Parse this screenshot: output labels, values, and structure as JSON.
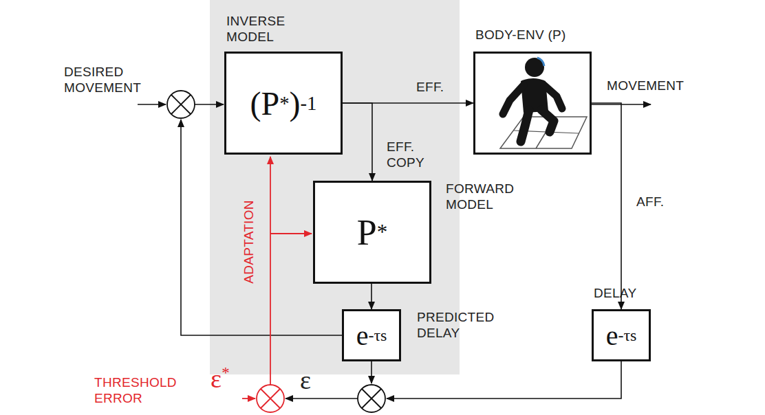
{
  "diagram": {
    "nodes": [
      {
        "text": [
          "INVERSE MODEL",
          "(P*)-1"
        ]
      },
      {
        "text": [
          "BODY-ENV (P)"
        ]
      },
      {
        "text": [
          "FORWARD MODEL",
          "P*"
        ]
      },
      {
        "text": [
          "e-τs",
          "PREDICTED DELAY"
        ]
      },
      {
        "text": [
          "DELAY",
          "e-τs"
        ]
      }
    ],
    "edges": [
      {
        "from": 0,
        "to": 1,
        "arrow": "to",
        "label": "EFF."
      },
      {
        "from": 0,
        "to": 2,
        "arrow": "to",
        "label": "EFF. COPY"
      },
      {
        "from": 2,
        "to": 3,
        "arrow": "to"
      },
      {
        "from": 1,
        "to": 4,
        "arrow": "to",
        "label": "AFF."
      }
    ],
    "labels": [
      "DESIRED MOVEMENT",
      "MOVEMENT",
      "ADAPTATION",
      "THRESHOLD ERROR",
      "ε*",
      "ε"
    ]
  }
}
